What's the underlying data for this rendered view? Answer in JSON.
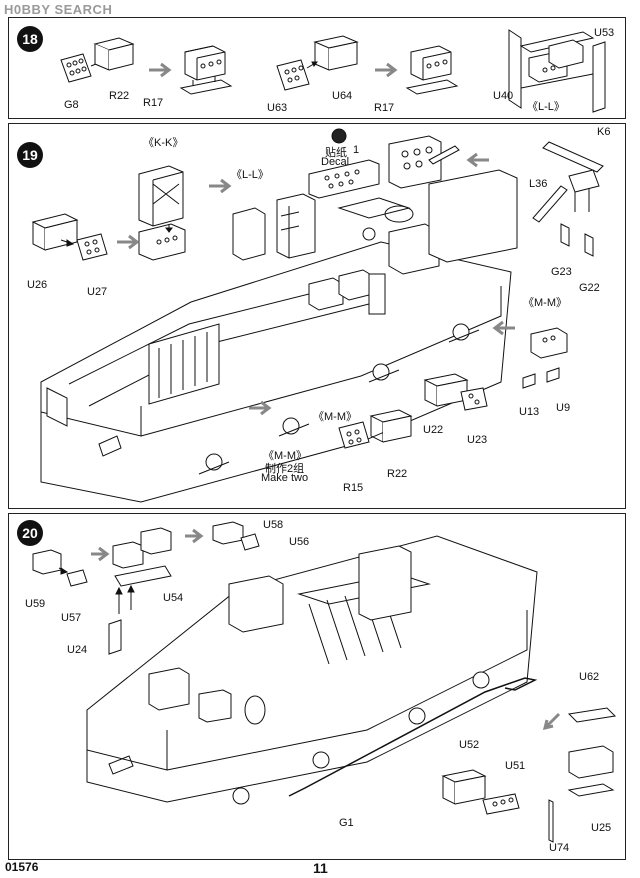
{
  "watermark": "H0BBY SEARCH",
  "footer": {
    "product_code": "01576",
    "page_number": "11"
  },
  "step18": {
    "number": "18",
    "labels": {
      "G8": "G8",
      "R22": "R22",
      "R17a": "R17",
      "U63": "U63",
      "U64": "U64",
      "R17b": "R17",
      "U40": "U40",
      "U53": "U53",
      "LL": "《L-L》"
    }
  },
  "step19": {
    "number": "19",
    "labels": {
      "KK": "《K-K》",
      "LL": "《L-L》",
      "decal_cn": "贴纸",
      "decal_num": "1",
      "decal_en": "Decal",
      "K6": "K6",
      "L36": "L36",
      "G23": "G23",
      "G22": "G22",
      "U26": "U26",
      "U27": "U27",
      "MM_right": "《M-M》",
      "U13": "U13",
      "U9": "U9",
      "U22": "U22",
      "U23": "U23",
      "MM_center": "《M-M》",
      "MM_bottom": "《M-M》",
      "make_two_cn": "制作2组",
      "make_two_en": "Make two",
      "R15": "R15",
      "R22": "R22"
    }
  },
  "step20": {
    "number": "20",
    "labels": {
      "U58": "U58",
      "U56": "U56",
      "U59": "U59",
      "U57": "U57",
      "U54": "U54",
      "U24": "U24",
      "U62": "U62",
      "U52": "U52",
      "U51": "U51",
      "G1": "G1",
      "U74": "U74",
      "U25": "U25"
    }
  }
}
